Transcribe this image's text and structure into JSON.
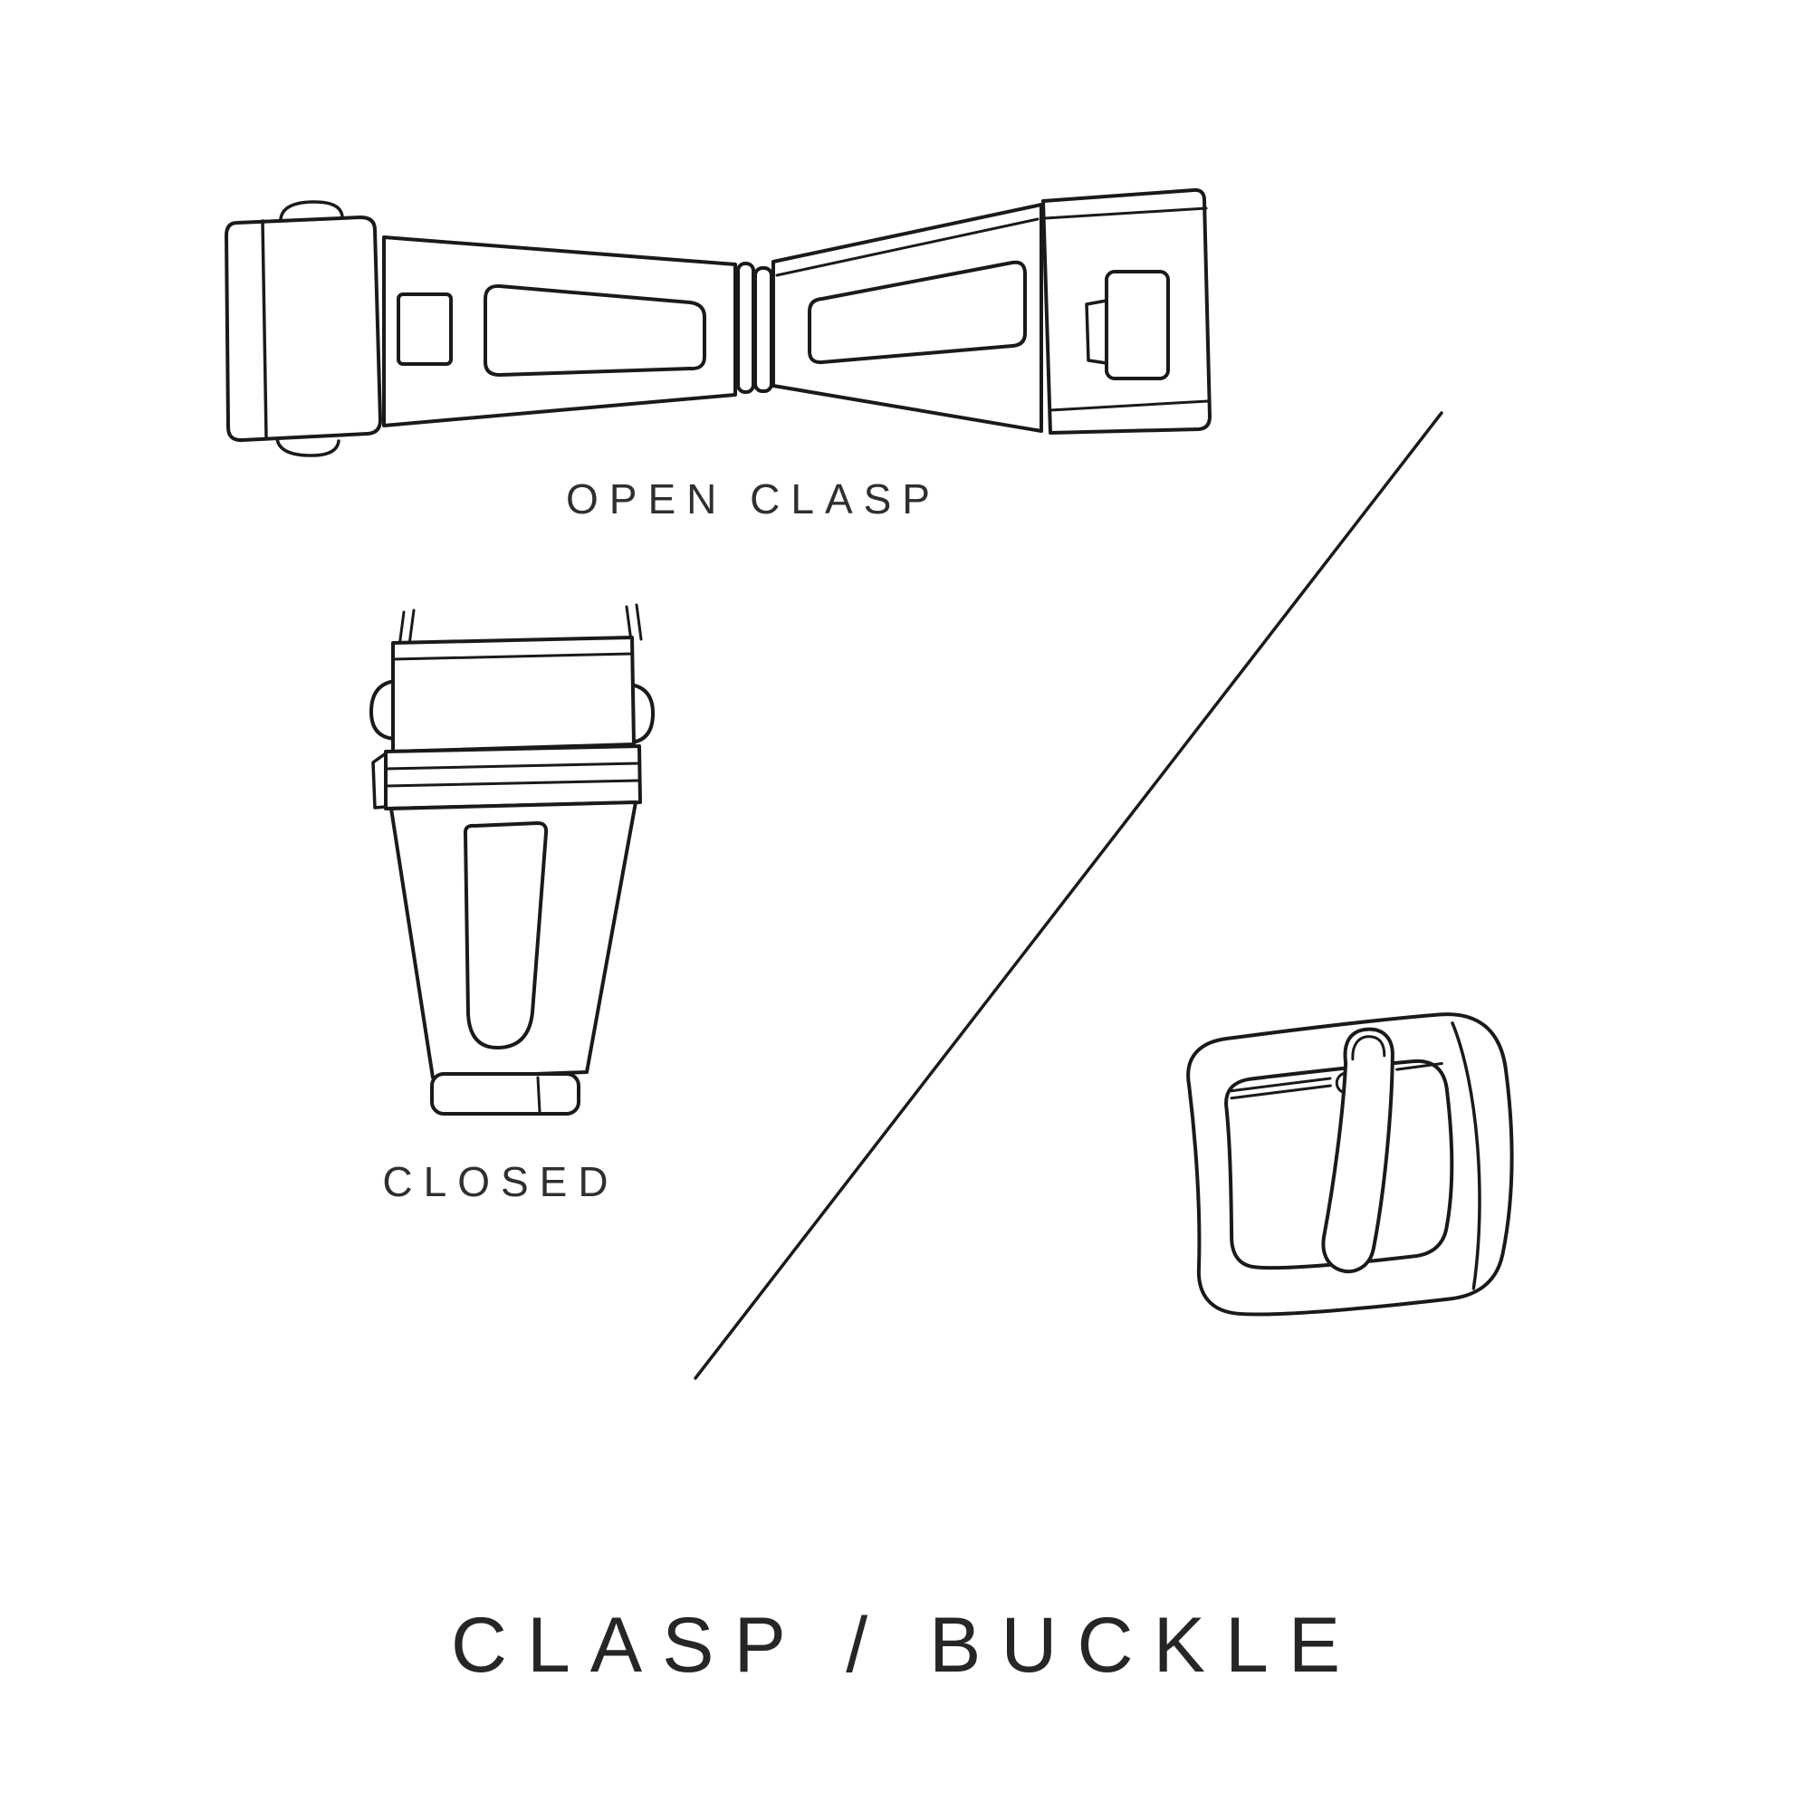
{
  "page": {
    "background_color": "#ffffff",
    "line_color": "#1a1a1a",
    "text_color": "#2f2f2f"
  },
  "labels": {
    "open_clasp": "OPEN CLASP",
    "closed": "CLOSED",
    "title": "CLASP / BUCKLE"
  },
  "illustrations": [
    {
      "name": "open-clasp-illustration",
      "caption": "OPEN CLASP"
    },
    {
      "name": "closed-clasp-illustration",
      "caption": "CLOSED"
    },
    {
      "name": "buckle-illustration",
      "caption": ""
    },
    {
      "name": "diagonal-divider",
      "caption": ""
    }
  ]
}
